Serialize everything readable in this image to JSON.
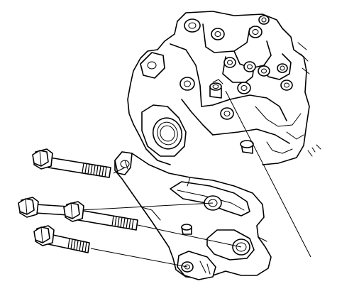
{
  "figure": {
    "components": [
      "engine-block",
      "mounting-bracket",
      "bolt-1",
      "bolt-2",
      "bolt-3",
      "bolt-4"
    ]
  }
}
